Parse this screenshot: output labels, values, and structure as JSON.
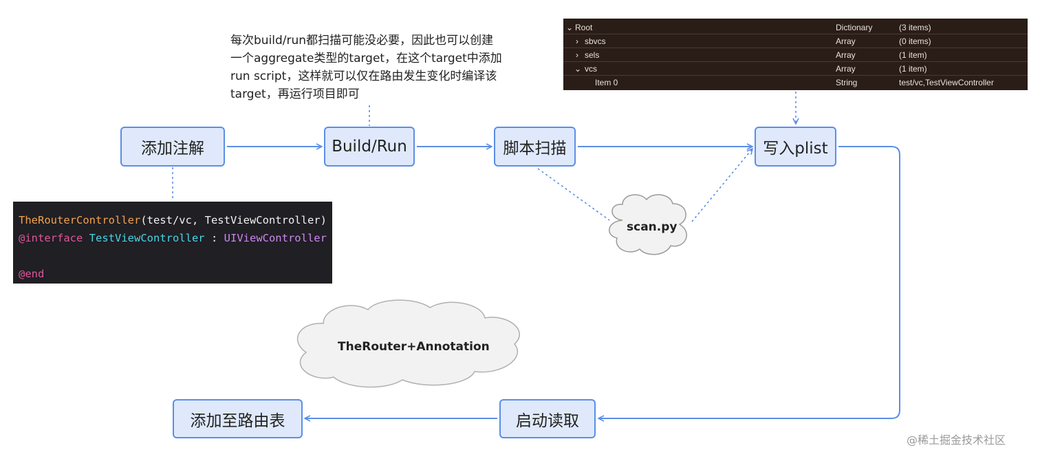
{
  "colors": {
    "node_fill": "#dfe9fb",
    "node_border": "#5b8ee6",
    "arrow": "#5b8ee6",
    "code_bg": "#1f1f24",
    "plist_bg": "#2a1d17",
    "cloud_fill": "#f2f2f2"
  },
  "nodes": {
    "add_annotation": "添加注解",
    "build_run": "Build/Run",
    "script_scan": "脚本扫描",
    "write_plist": "写入plist",
    "launch_read": "启动读取",
    "add_route_table": "添加至路由表"
  },
  "note": {
    "line1": "每次build/run都扫描可能没必要，因此也可以创建",
    "line2": "一个aggregate类型的target，在这个target中添加",
    "line3": "run script，这样就可以仅在路由发生变化时编译该",
    "line4": "target，再运行项目即可"
  },
  "code": {
    "macro": "TheRouterController",
    "macro_args": "(test/vc, TestViewController)",
    "interface_kw": "@interface",
    "class_name": "TestViewController",
    "colon": " : ",
    "superclass": "UIViewController",
    "end_kw": "@end"
  },
  "plist": {
    "rows": [
      {
        "key": "Root",
        "type": "Dictionary",
        "value": "(3 items)",
        "disclosure": "down"
      },
      {
        "key": "sbvcs",
        "type": "Array",
        "value": "(0 items)",
        "disclosure": "right"
      },
      {
        "key": "sels",
        "type": "Array",
        "value": "(1 item)",
        "disclosure": "right"
      },
      {
        "key": "vcs",
        "type": "Array",
        "value": "(1 item)",
        "disclosure": "down"
      },
      {
        "key": "Item 0",
        "type": "String",
        "value": "test/vc,TestViewController",
        "disclosure": ""
      }
    ]
  },
  "clouds": {
    "scan": "scan.py",
    "title": "TheRouter+Annotation"
  },
  "watermark": "@稀土掘金技术社区"
}
